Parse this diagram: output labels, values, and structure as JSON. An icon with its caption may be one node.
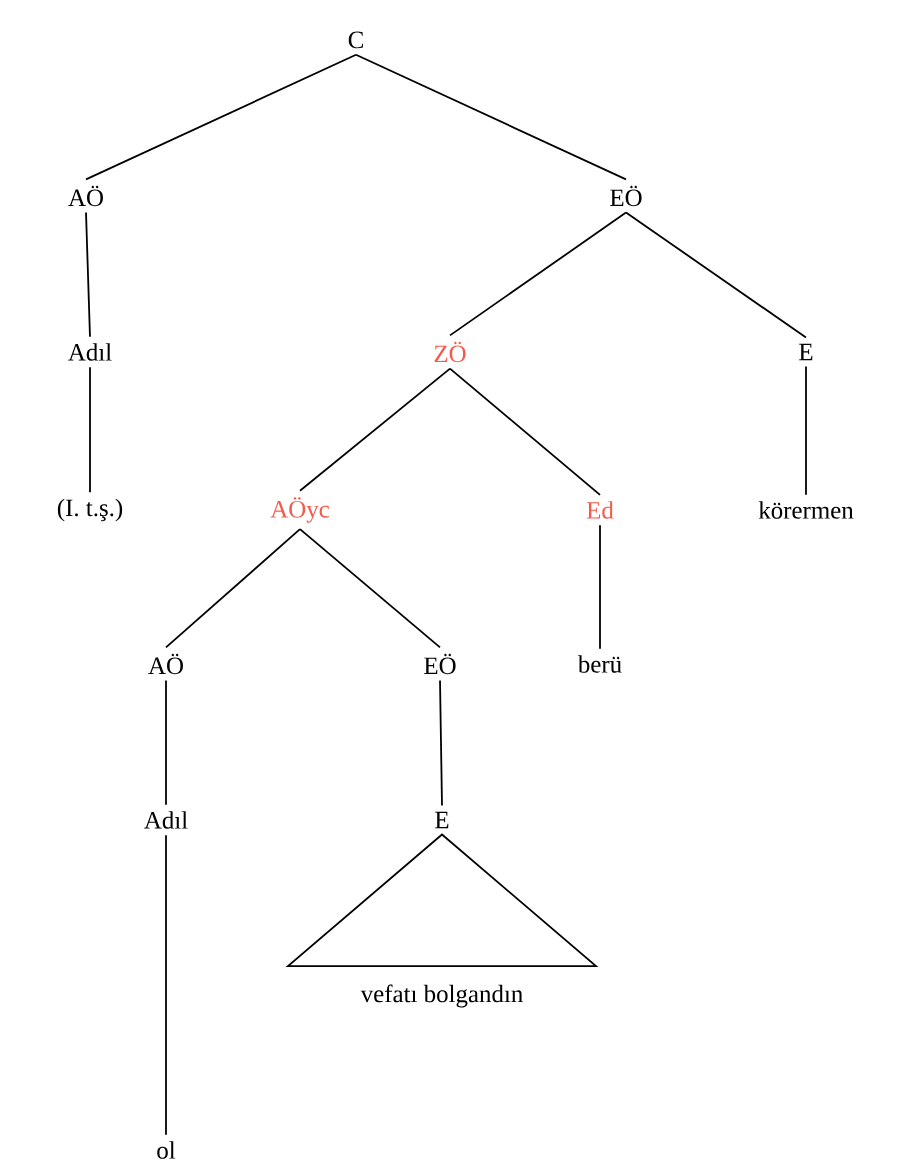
{
  "diagram": {
    "nodes": [
      {
        "text": [
          "C"
        ]
      },
      {
        "text": [
          "AÖ"
        ]
      },
      {
        "text": [
          "EÖ"
        ]
      },
      {
        "text": [
          "Adıl"
        ]
      },
      {
        "text": [
          "ZÖ"
        ]
      },
      {
        "text": [
          "E"
        ]
      },
      {
        "text": [
          "(I. t.ş.)"
        ]
      },
      {
        "text": [
          "AÖyc"
        ]
      },
      {
        "text": [
          "Ed"
        ]
      },
      {
        "text": [
          "körermen"
        ]
      },
      {
        "text": [
          "AÖ"
        ]
      },
      {
        "text": [
          "EÖ"
        ]
      },
      {
        "text": [
          "berü"
        ]
      },
      {
        "text": [
          "Adıl"
        ]
      },
      {
        "text": [
          "E"
        ]
      },
      {
        "text": [
          "vefatı bolgandın"
        ]
      },
      {
        "text": [
          "ol"
        ]
      }
    ],
    "edges": [
      {
        "from": 0,
        "to": 1,
        "arrow": "none"
      },
      {
        "from": 0,
        "to": 2,
        "arrow": "none"
      },
      {
        "from": 1,
        "to": 3,
        "arrow": "none"
      },
      {
        "from": 2,
        "to": 4,
        "arrow": "none"
      },
      {
        "from": 2,
        "to": 5,
        "arrow": "none"
      },
      {
        "from": 3,
        "to": 6,
        "arrow": "none"
      },
      {
        "from": 4,
        "to": 7,
        "arrow": "none"
      },
      {
        "from": 4,
        "to": 8,
        "arrow": "none"
      },
      {
        "from": 5,
        "to": 9,
        "arrow": "none"
      },
      {
        "from": 7,
        "to": 10,
        "arrow": "none"
      },
      {
        "from": 7,
        "to": 11,
        "arrow": "none"
      },
      {
        "from": 8,
        "to": 12,
        "arrow": "none"
      },
      {
        "from": 10,
        "to": 13,
        "arrow": "none"
      },
      {
        "from": 11,
        "to": 14,
        "arrow": "none"
      },
      {
        "from": 14,
        "to": 15,
        "arrow": "none"
      },
      {
        "from": 13,
        "to": 16,
        "arrow": "none"
      }
    ]
  }
}
